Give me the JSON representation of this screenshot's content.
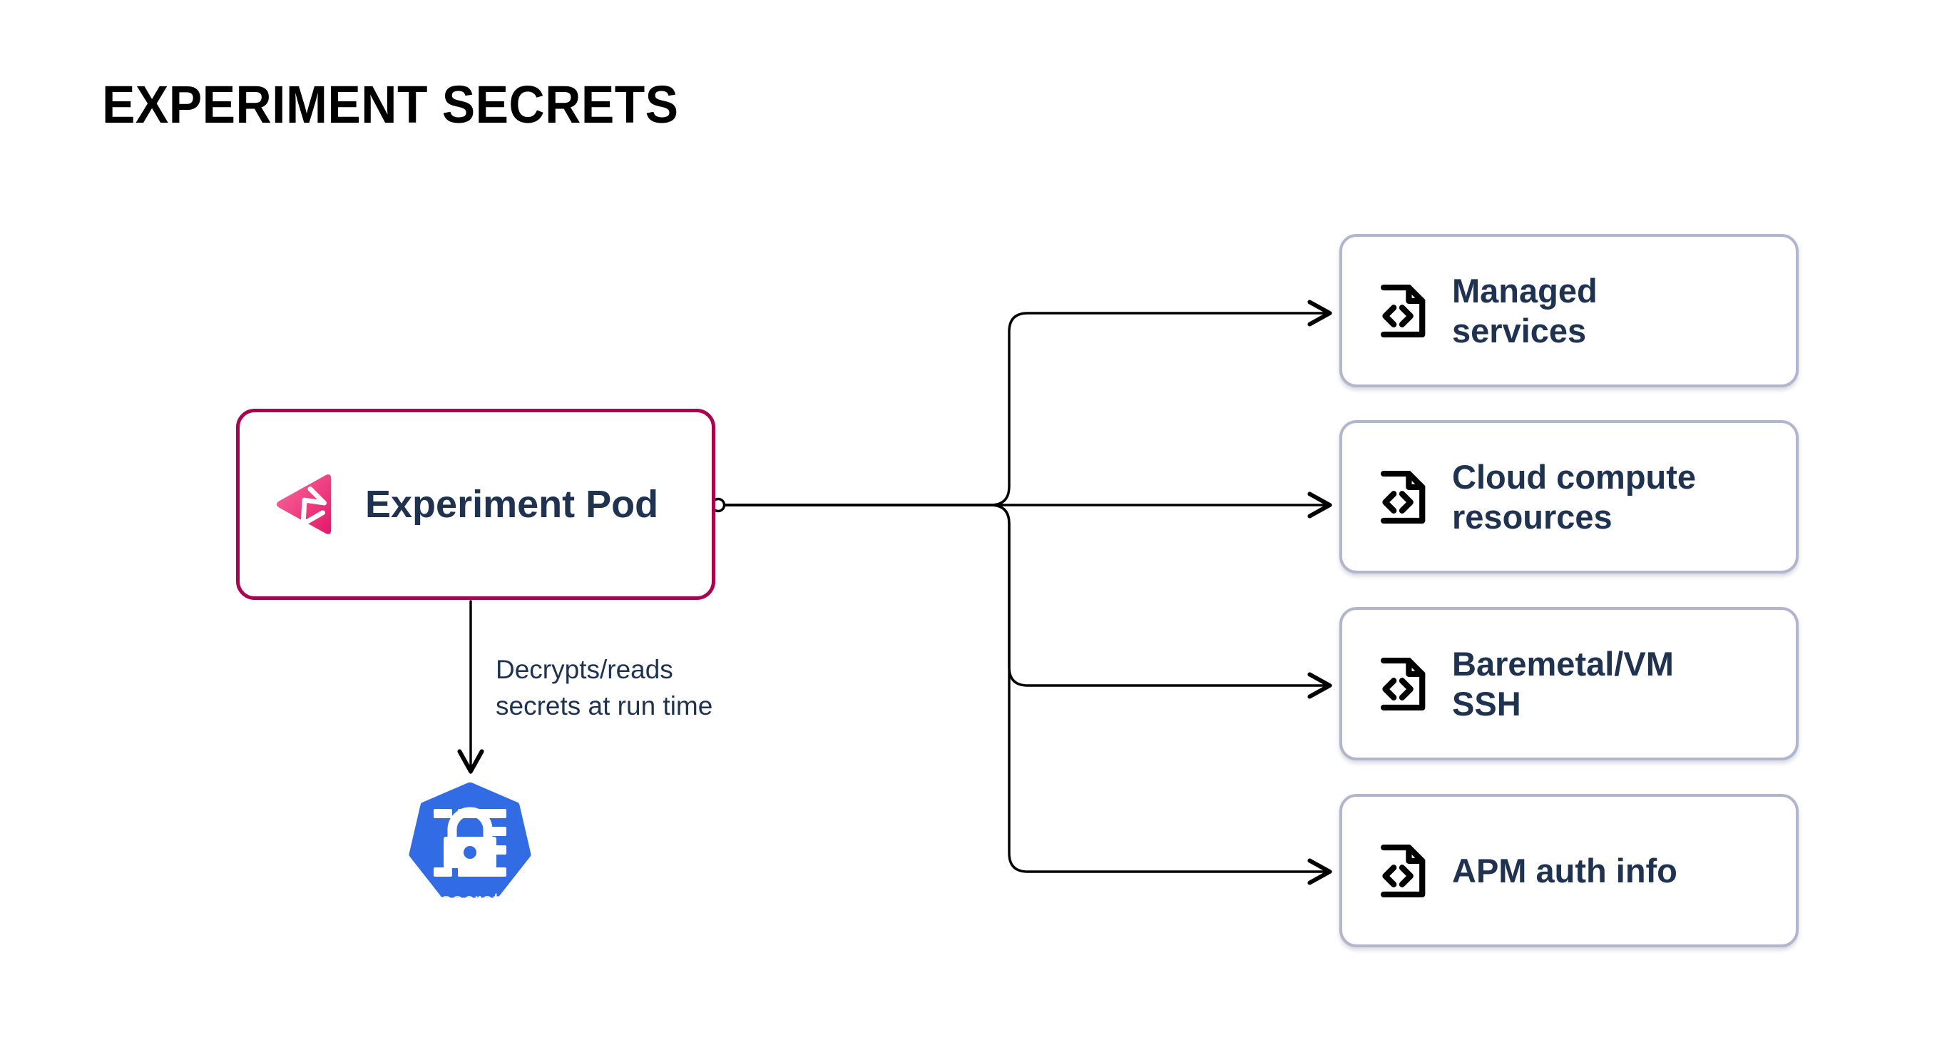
{
  "page": {
    "title": "EXPERIMENT SECRETS",
    "background_color": "#ffffff"
  },
  "colors": {
    "pod_border": "#A80450",
    "pod_logo_pink_light": "#F06292",
    "pod_logo_pink_dark": "#E51A6E",
    "node_text": "#1F3350",
    "card_border": "#B2B5CE",
    "kubernetes_blue": "#326CE5",
    "connector": "#000000",
    "title": "#000000"
  },
  "pod": {
    "label": "Experiment Pod",
    "logo_icon": "chaos-play-triangle-logo"
  },
  "edges": {
    "to_secret_label_line1": "Decrypts/reads",
    "to_secret_label_line2": "secrets at run time"
  },
  "secret": {
    "label": "secret",
    "icon": "kubernetes-secret-padlock-icon",
    "shape": "heptagon"
  },
  "resources": {
    "icon": "file-code-icon",
    "items": [
      {
        "line1": "Managed",
        "line2": "services",
        "name": "managed-services"
      },
      {
        "line1": "Cloud compute",
        "line2": "resources",
        "name": "cloud-compute-resources"
      },
      {
        "line1": "Baremetal/VM",
        "line2": "SSH",
        "name": "baremetal-vm-ssh"
      },
      {
        "line1": "APM auth info",
        "line2": "",
        "name": "apm-auth-info"
      }
    ]
  }
}
